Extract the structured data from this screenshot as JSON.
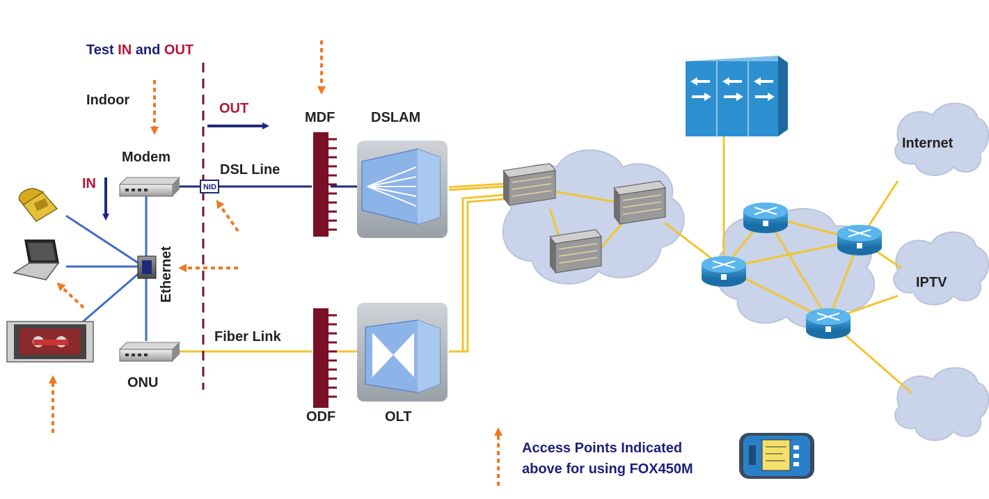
{
  "header": {
    "test_word": "Test",
    "in_word": "IN",
    "and_word": "and",
    "out_word": "OUT"
  },
  "labels": {
    "indoor": "Indoor",
    "modem": "Modem",
    "in": "IN",
    "out": "OUT",
    "dsl_line": "DSL Line",
    "nid": "NID",
    "ethernet": "Ethernet",
    "onu": "ONU",
    "fiber_link": "Fiber Link",
    "mdf": "MDF",
    "dslam": "DSLAM",
    "odf": "ODF",
    "olt": "OLT",
    "internet": "Internet",
    "iptv": "IPTV"
  },
  "legend": {
    "line1": "Access Points Indicated",
    "line2": "above for using FOX450M"
  },
  "colors": {
    "dsl_line": "#1d2a7a",
    "fiber_line": "#f2c430",
    "access_arrow": "#f07820",
    "in_text": "#b5173a",
    "blue_text": "#1d1d7a",
    "frame_red": "#7a1026",
    "cloud_fill": "#c9d3ea",
    "switch_blue": "#2c8fd0"
  }
}
